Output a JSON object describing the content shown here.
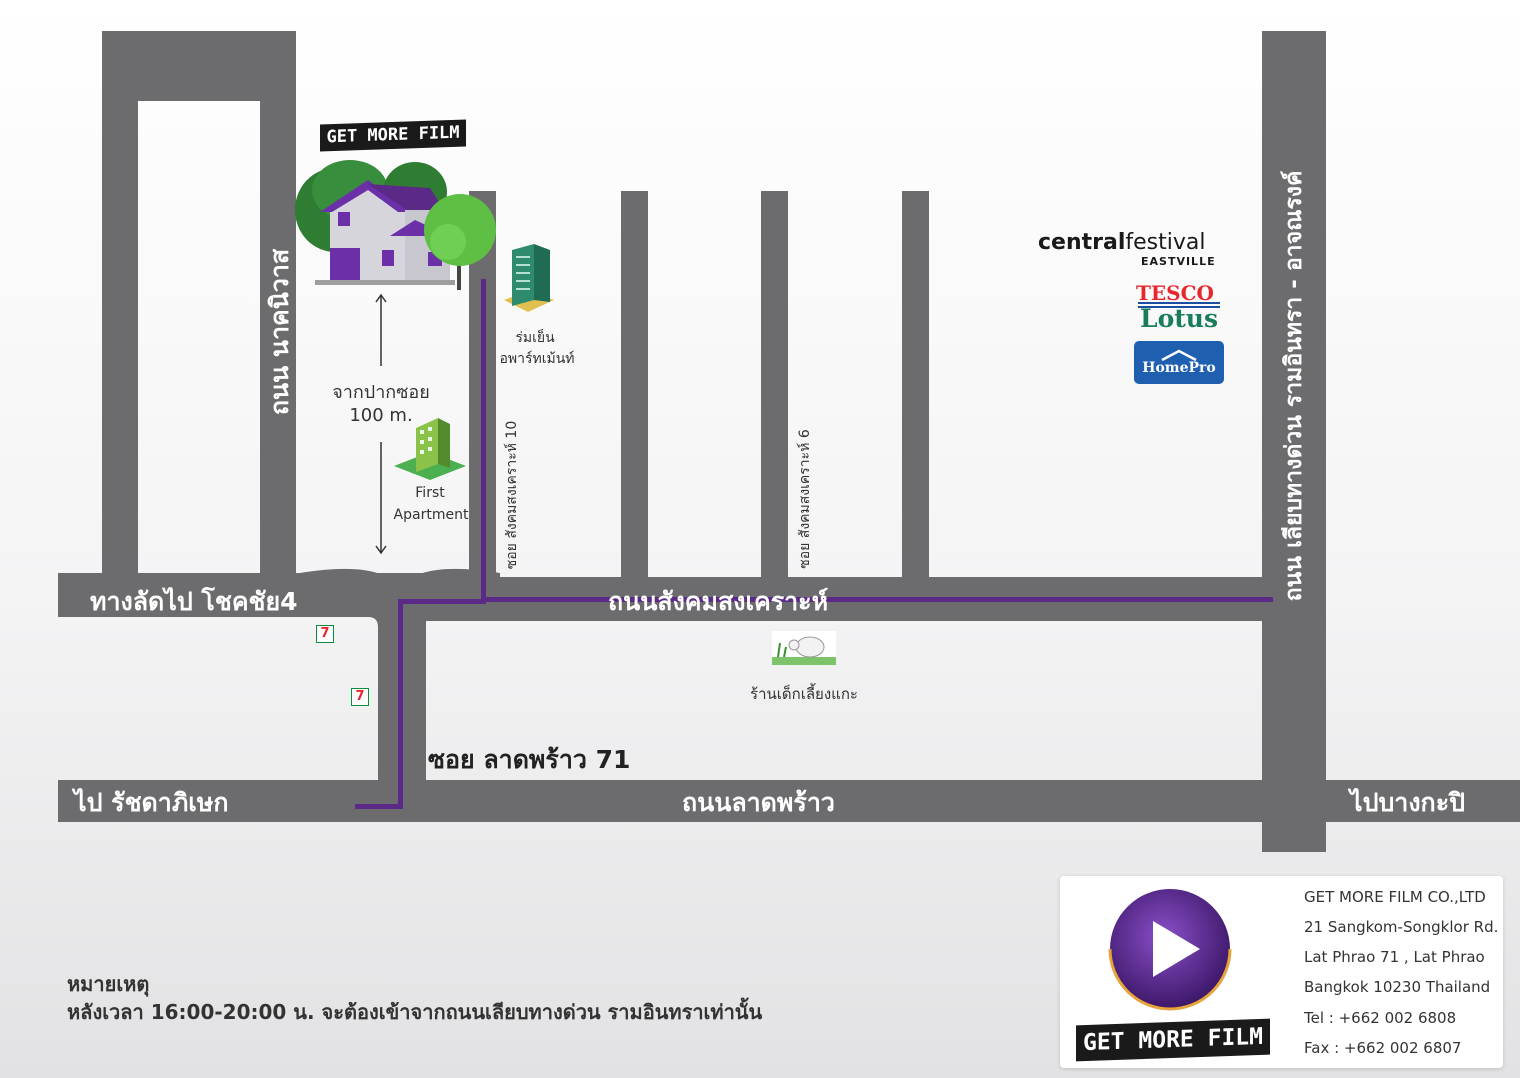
{
  "brand": {
    "top_banner": "GET MORE FILM",
    "logo_banner": "GET MORE FILM"
  },
  "roads": {
    "nakniwat": "ถนน นาคนิวาส",
    "shortcut_chokchai4": "ทางลัดไป โชคชัย4",
    "sangkhom": "ถนนสังคมสงเคราะห์",
    "soi_sangkhom_10": "ซอย สังคมสงเคราะห์ 10",
    "soi_sangkhom_6": "ซอย สังคมสงเคราะห์ 6",
    "soi_ladprao_71": "ซอย ลาดพร้าว 71",
    "ladprao": "ถนนลาดพร้าว",
    "to_ratchada": "ไป รัชดาภิเษก",
    "to_bangkapi": "ไปบางกะปิ",
    "expressway": "ถนน เลียบทางด่วน รามอินทรา - อาจณรงค์"
  },
  "places": {
    "romyen_line1": "ร่มเย็น",
    "romyen_line2": "อพาร์ทเม้นท์",
    "first_apartment_line1": "First",
    "first_apartment_line2": "Apartment",
    "kids_shop": "ร้านเด็กเลี้ยงแกะ",
    "central_main": "central",
    "central_festival": "festival",
    "central_sub": "EASTVILLE",
    "tesco_line1": "TESCO",
    "tesco_line2": "Lotus",
    "homepro": "HomePro",
    "seven_eleven": "7"
  },
  "distance": {
    "line1": "จากปากซอย",
    "line2": "100 m."
  },
  "note": {
    "title": "หมายเหตุ",
    "text": "หลังเวลา 16:00-20:00 น.  จะต้องเข้าจากถนนเลียบทางด่วน รามอินทราเท่านั้น"
  },
  "company": {
    "name": "GET MORE FILM CO.,LTD",
    "address1": "21 Sangkom-Songklor Rd.",
    "address2": "Lat Phrao 71 , Lat Phrao",
    "address3": "Bangkok 10230 Thailand",
    "tel": "Tel  : +662 002 6808",
    "fax": "Fax : +662 002 6807"
  },
  "colors": {
    "road": "#6c6c6e",
    "route": "#5b2a86",
    "house_roof": "#6b2fa8",
    "tree": "#5fbf45",
    "logo_purple": "#5a2a8e"
  }
}
